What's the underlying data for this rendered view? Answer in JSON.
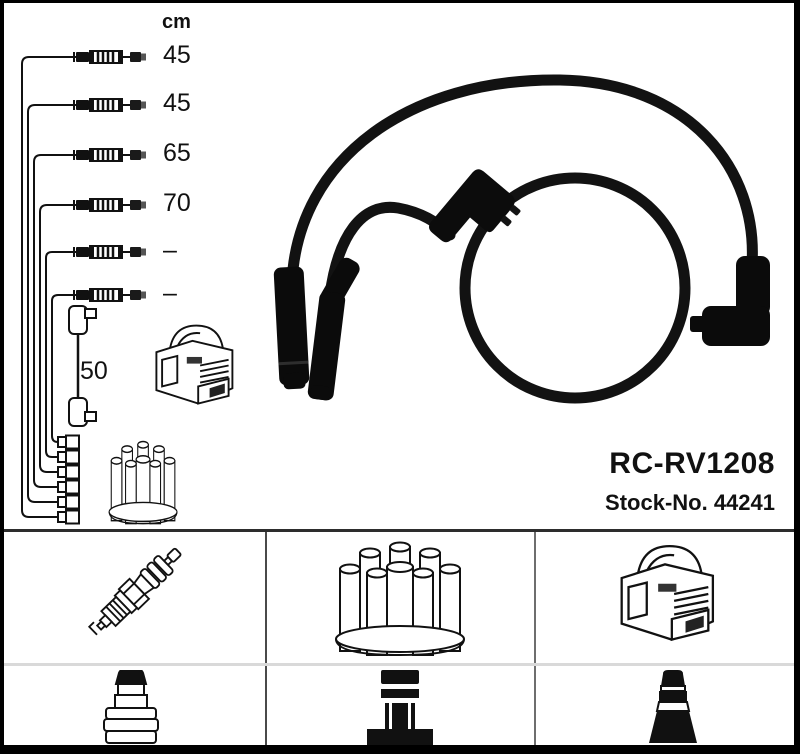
{
  "product": {
    "code": "RC-RV1208",
    "stock_text": "Stock-No. 44241"
  },
  "diagram": {
    "unit_header": "cm",
    "cable_lengths": [
      "45",
      "45",
      "65",
      "70",
      "–",
      "–"
    ],
    "coil_cable_length": "50"
  },
  "grid": {
    "top_icons": [
      "spark-plug",
      "distributor-cap",
      "ignition-coil"
    ],
    "bottom_icons": [
      "plug-terminal",
      "distributor-terminal",
      "plug-boot"
    ]
  },
  "colors": {
    "cable": "#0b0b0b",
    "line": "#111111",
    "grid_dark": "#2d2d2d",
    "grid_light": "#d9d9d9",
    "background": "#ffffff"
  }
}
